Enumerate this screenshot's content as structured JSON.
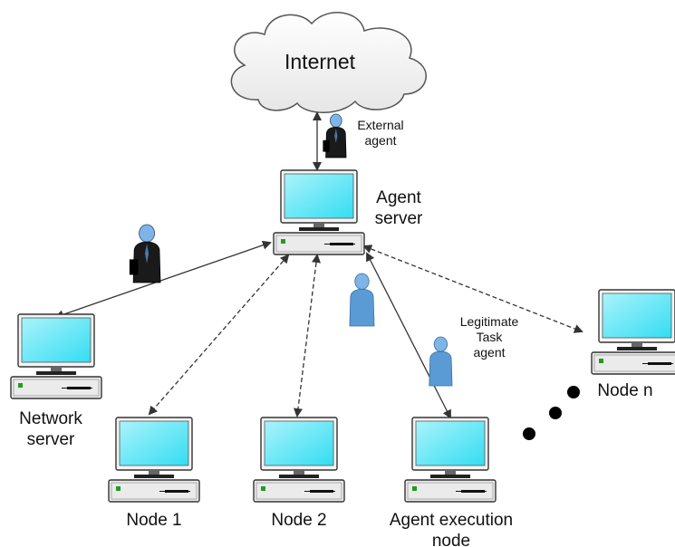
{
  "diagram": {
    "cloud_label": "Internet",
    "agent_server_label": "Agent\nserver",
    "external_agent_label": "External\nagent",
    "legitimate_agent_label": "Legitimate\nTask\nagent",
    "network_server_label": "Network\nserver",
    "node1_label": "Node 1",
    "node2_label": "Node 2",
    "execution_node_label": "Agent execution\nnode",
    "node_n_label": "Node n",
    "colors": {
      "screen": "#33ddf2",
      "screen_inner": "#aaf3fb",
      "case": "#ebebeb",
      "outline": "#333333",
      "dark_agent": "#1a1a1a",
      "light_agent": "#5b9bd5",
      "head": "#7fb4e6",
      "power_led": "#1e9e1e"
    },
    "links": [
      {
        "from": "internet",
        "to": "agent-server",
        "style": "solid",
        "arrows": "both"
      },
      {
        "from": "agent-server",
        "to": "network-server",
        "style": "solid",
        "arrows": "both"
      },
      {
        "from": "agent-server",
        "to": "node-1",
        "style": "dashed",
        "arrows": "both"
      },
      {
        "from": "agent-server",
        "to": "node-2",
        "style": "dashed",
        "arrows": "both"
      },
      {
        "from": "agent-server",
        "to": "agent-execution-node",
        "style": "solid",
        "arrows": "both"
      },
      {
        "from": "agent-server",
        "to": "node-n",
        "style": "dashed",
        "arrows": "both"
      }
    ]
  }
}
